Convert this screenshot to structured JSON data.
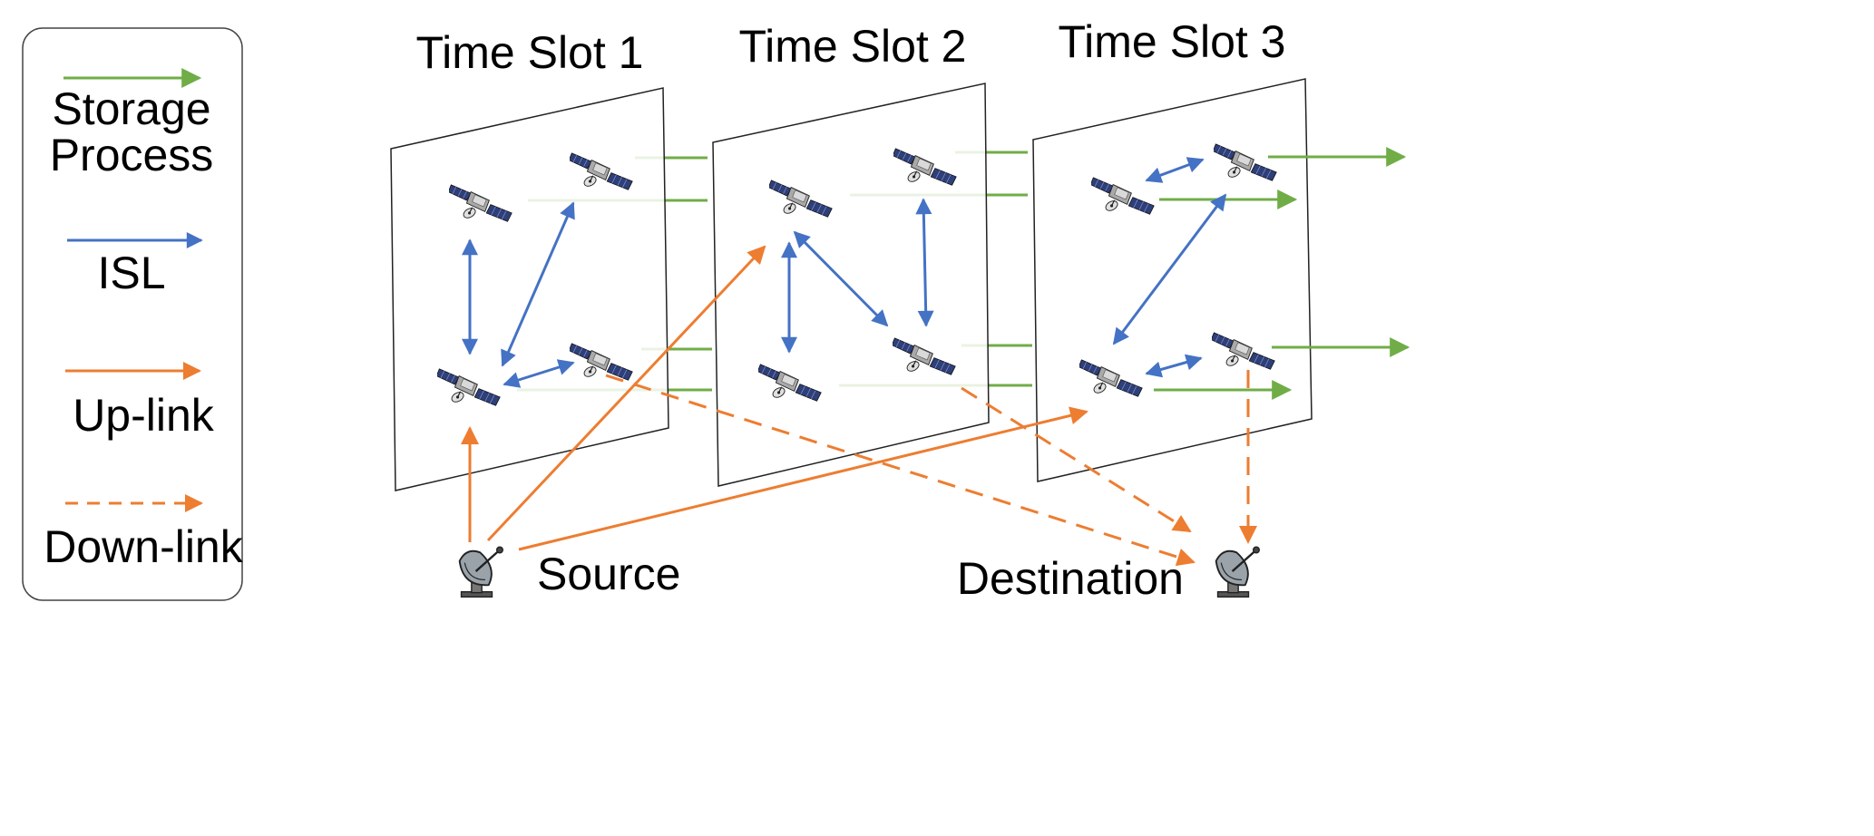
{
  "legend": {
    "storage_line1": "Storage",
    "storage_line2": "Process",
    "isl": "ISL",
    "uplink": "Up-link",
    "downlink": "Down-link"
  },
  "slots": [
    {
      "title": "Time Slot 1"
    },
    {
      "title": "Time Slot 2"
    },
    {
      "title": "Time Slot 3"
    }
  ],
  "stations": {
    "source": "Source",
    "destination": "Destination"
  },
  "colors": {
    "storage": "#70ad47",
    "isl": "#4472c4",
    "uplink": "#ed7d31",
    "downlink": "#ed7d31"
  },
  "icons": {
    "satellite": "satellite-icon",
    "ground_station": "ground-station-antenna-icon"
  }
}
